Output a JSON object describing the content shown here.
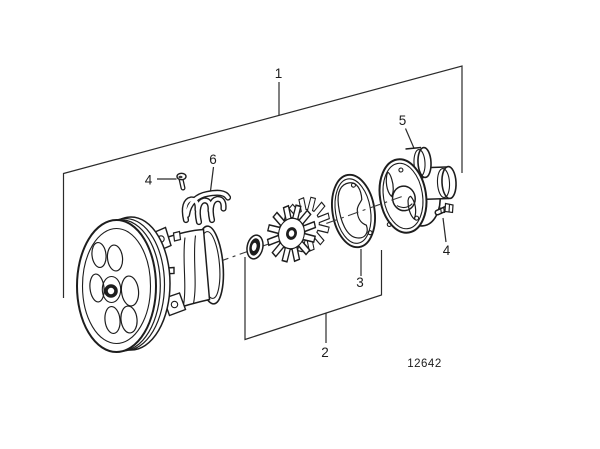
{
  "figure": {
    "kind": "exploded-parts-diagram",
    "drawing_number": "12642",
    "callouts": {
      "assembly": "1",
      "impeller_group": "2",
      "gasket": "3",
      "screw_left": "4",
      "screw_right": "4",
      "cover": "5",
      "clamp": "6"
    },
    "colors": {
      "line": "#1d1d1d",
      "background": "#ffffff"
    }
  }
}
